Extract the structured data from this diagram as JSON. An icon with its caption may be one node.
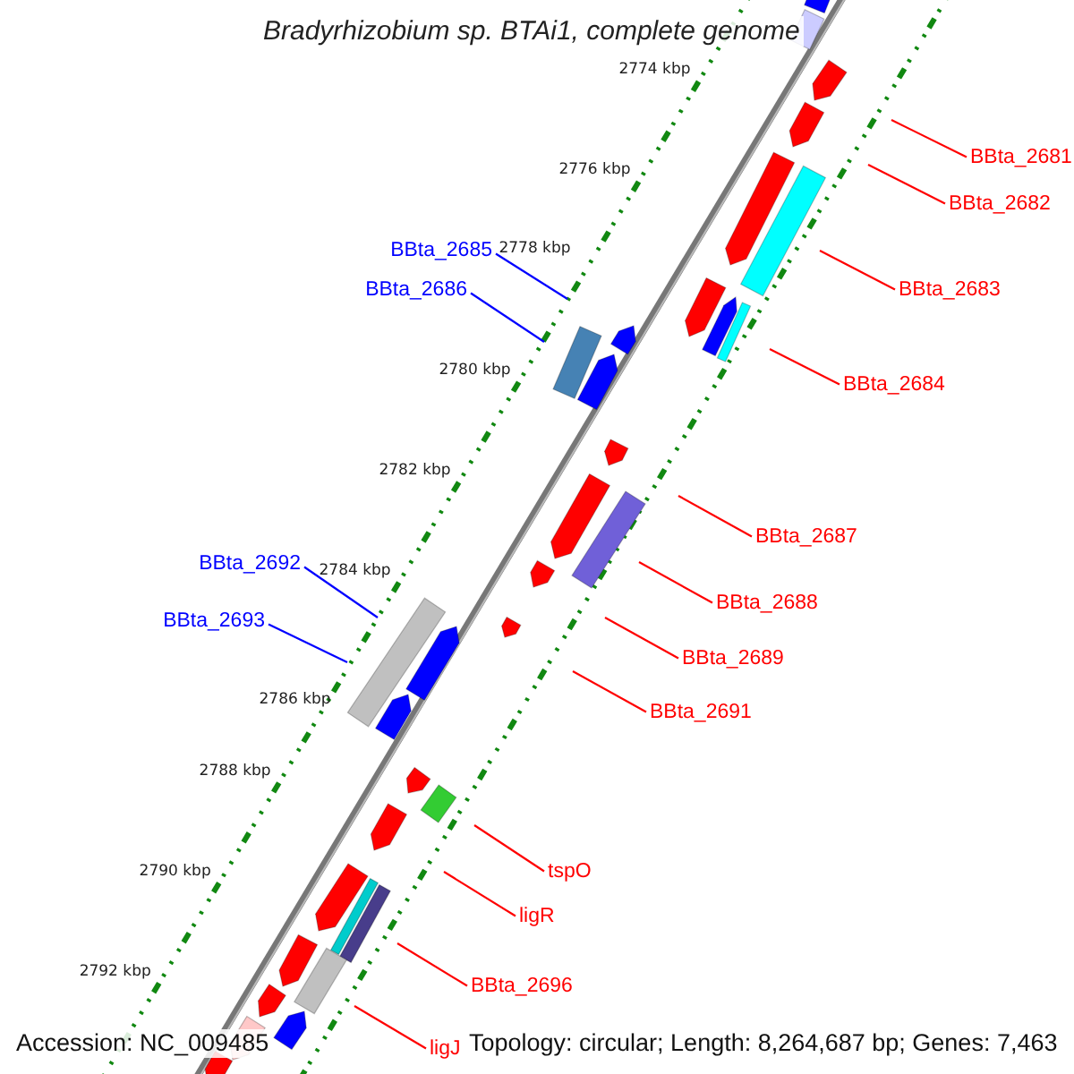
{
  "diagram": {
    "title": "Bradyrhizobium sp. BTAi1, complete genome",
    "nodes": [
      {
        "text": [
          "BBta_2681"
        ]
      },
      {
        "text": [
          "BBta_2682"
        ]
      },
      {
        "text": [
          "BBta_2685"
        ]
      },
      {
        "text": [
          "BBta_2683"
        ]
      },
      {
        "text": [
          "BBta_2686"
        ]
      },
      {
        "text": [
          "BBta_2684"
        ]
      },
      {
        "text": [
          "BBta_2687"
        ]
      },
      {
        "text": [
          "BBta_2692"
        ]
      },
      {
        "text": [
          "BBta_2688"
        ]
      },
      {
        "text": [
          "BBta_2693"
        ]
      },
      {
        "text": [
          "BBta_2689"
        ]
      },
      {
        "text": [
          "BBta_2691"
        ]
      },
      {
        "text": [
          "tspO"
        ]
      },
      {
        "text": [
          "ligR"
        ]
      },
      {
        "text": [
          "BBta_2696"
        ]
      },
      {
        "text": [
          "ligJ"
        ]
      }
    ],
    "edges": [
      {
        "from": 0,
        "to": null,
        "arrow": "none"
      },
      {
        "from": 1,
        "to": null,
        "arrow": "none"
      },
      {
        "from": 2,
        "to": null,
        "arrow": "none",
        "color": "#0000ff"
      },
      {
        "from": 3,
        "to": null,
        "arrow": "none"
      },
      {
        "from": 4,
        "to": null,
        "arrow": "none",
        "color": "#0000ff"
      },
      {
        "from": 5,
        "to": null,
        "arrow": "none"
      },
      {
        "from": 6,
        "to": null,
        "arrow": "none"
      },
      {
        "from": 7,
        "to": null,
        "arrow": "none",
        "color": "#0000ff"
      },
      {
        "from": 8,
        "to": null,
        "arrow": "none"
      },
      {
        "from": 9,
        "to": null,
        "arrow": "none",
        "color": "#0000ff"
      },
      {
        "from": 10,
        "to": null,
        "arrow": "none"
      },
      {
        "from": 11,
        "to": null,
        "arrow": "none"
      },
      {
        "from": 12,
        "to": null,
        "arrow": "none"
      },
      {
        "from": 13,
        "to": null,
        "arrow": "none"
      },
      {
        "from": 14,
        "to": null,
        "arrow": "none"
      },
      {
        "from": 15,
        "to": null,
        "arrow": "none"
      }
    ],
    "labels": [
      "2774 kbp",
      "2776 kbp",
      "2778 kbp",
      "2780 kbp",
      "2782 kbp",
      "2784 kbp",
      "2786 kbp",
      "2788 kbp",
      "2790 kbp",
      "2792 kbp",
      "Accession: NC_009485",
      "Topology: circular; Length: 8,264,687 bp; Genes: 7,463"
    ]
  }
}
